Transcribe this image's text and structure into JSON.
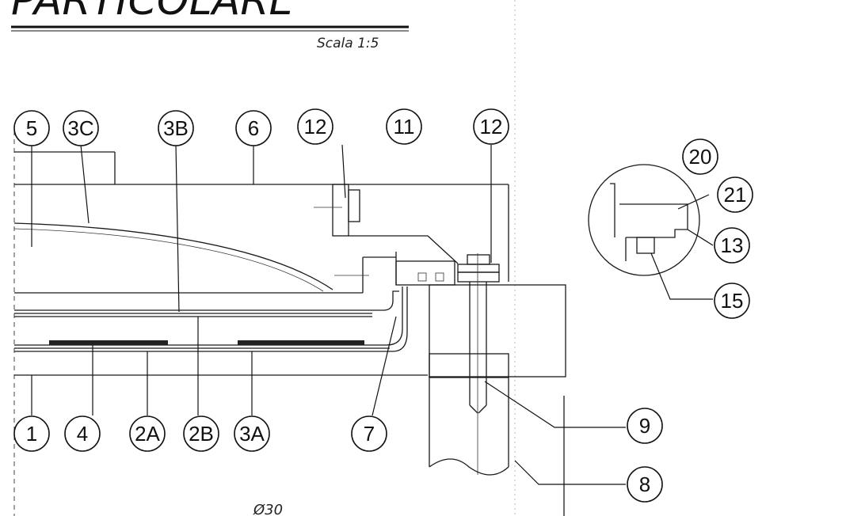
{
  "title": "PARTICOLARE",
  "scale": "Scala 1:5",
  "bottom_dimension": "Ø30",
  "balloons": [
    {
      "id": "b5",
      "label": "5"
    },
    {
      "id": "b3c",
      "label": "3C"
    },
    {
      "id": "b3b",
      "label": "3B"
    },
    {
      "id": "b6",
      "label": "6"
    },
    {
      "id": "b12a",
      "label": "12"
    },
    {
      "id": "b11",
      "label": "11"
    },
    {
      "id": "b12b",
      "label": "12"
    },
    {
      "id": "b20",
      "label": "20"
    },
    {
      "id": "b21",
      "label": "21"
    },
    {
      "id": "b13",
      "label": "13"
    },
    {
      "id": "b15",
      "label": "15"
    },
    {
      "id": "b1",
      "label": "1"
    },
    {
      "id": "b4",
      "label": "4"
    },
    {
      "id": "b2a",
      "label": "2A"
    },
    {
      "id": "b2b",
      "label": "2B"
    },
    {
      "id": "b3a",
      "label": "3A"
    },
    {
      "id": "b7",
      "label": "7"
    },
    {
      "id": "b9",
      "label": "9"
    },
    {
      "id": "b8",
      "label": "8"
    }
  ]
}
